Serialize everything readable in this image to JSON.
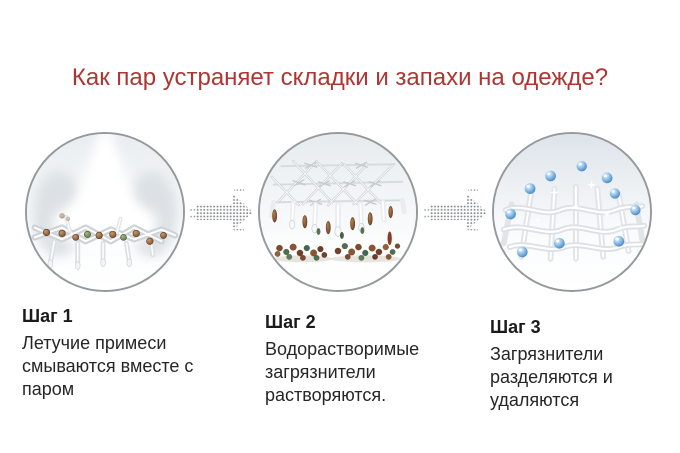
{
  "title": {
    "text": "Как пар устраняет складки и запахи на одежде?"
  },
  "steps": [
    {
      "heading": "Шаг 1",
      "description": "Летучие примеси смываются вместе с паром",
      "illustration": "steam-jet-over-fabric-fibers-with-impurities"
    },
    {
      "heading": "Шаг 2",
      "description": "Водорастворимые загрязнители растворяются.",
      "illustration": "fiber-lattice-with-dissolving-contaminants"
    },
    {
      "heading": "Шаг 3",
      "description": "Загрязнители разделяются и удаляются",
      "illustration": "clean-fabric-mesh-with-water-droplets"
    }
  ],
  "icons": {
    "step_arrow": "dotted-right-arrow-icon"
  },
  "colors": {
    "title": "#b03532",
    "heading_text": "#1b1b1b",
    "body_text": "#262626",
    "circle_border": "#95999d",
    "arrow_dots": "#85888b",
    "droplet_blue": "#4a8cc6",
    "impurity_brown": "#7a4a28",
    "contaminant_green": "#4e7050",
    "background": "#ffffff"
  }
}
